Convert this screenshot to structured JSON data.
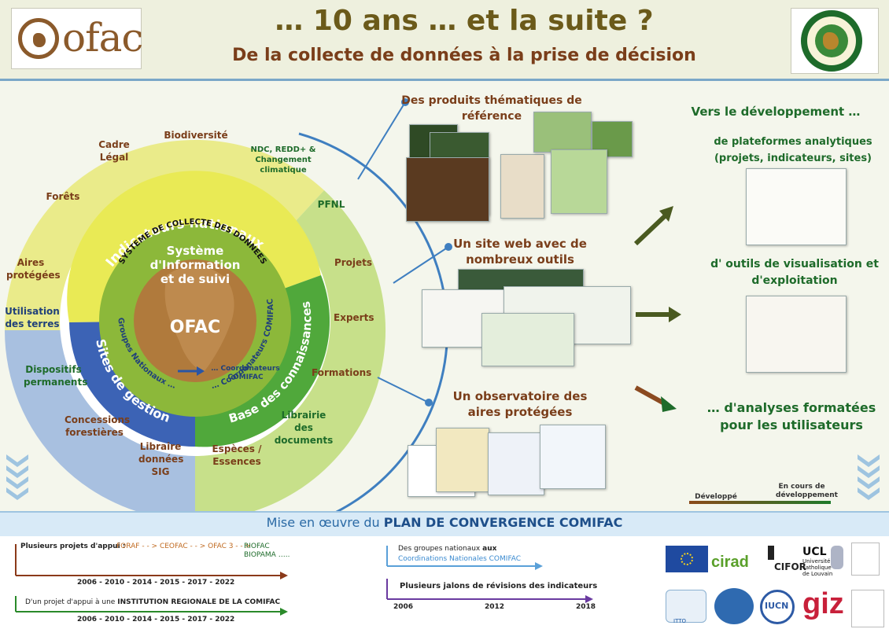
{
  "header": {
    "logo_text": "ofac",
    "title": "… 10 ans … et la suite ?",
    "subtitle": "De la collecte de données à la prise de décision"
  },
  "diagram": {
    "outer_ring": {
      "cadre_legal": "Cadre Légal",
      "biodiversite": "Biodiversité",
      "ndc": "NDC, REDD+ & Changement climatique",
      "forets": "Forêts",
      "pfnl": "PFNL",
      "aires_protegees": "Aires protégées",
      "utilisation_terres": "Utilisation des terres",
      "dispositifs": "Dispositifs permanents",
      "concessions": "Concessions forestières",
      "librairie_sig": "Libraire données SIG",
      "projets": "Projets",
      "experts": "Experts",
      "formations": "Formations",
      "librairie_docs": "Librairie des documents",
      "especes": "Espèces / Essences"
    },
    "middle_ring": {
      "indicateurs": "Indicateurs nationaux",
      "sites": "Sites de gestion",
      "base": "Base des connaissances"
    },
    "inner_ring": {
      "systeme_collecte": "SYSTEME DE COLLECTE DES DONNEES",
      "groupes": "Groupes Nationaux …",
      "coordonateurs": "… Coordonateurs COMIFAC",
      "coordonateurs_flow": "… Coordonateurs COMIFAC"
    },
    "core": {
      "system": "Système d'Information et de suivi",
      "name": "OFAC"
    }
  },
  "products": {
    "thematiques": "Des produits thématiques de référence",
    "site_web": "Un site web avec de nombreux outils",
    "observatoire": "Un observatoire des aires protégées"
  },
  "right": {
    "vers": "Vers le développement …",
    "plateformes": "de plateformes analytiques (projets, indicateurs, sites)",
    "outils": "d' outils de visualisation et d'exploitation",
    "analyses": "… d'analyses formatées pour les utilisateurs",
    "legend_developed": "Développé",
    "legend_dev": "En cours de développement"
  },
  "bottom": {
    "band_prefix": "Mise en œuvre du",
    "band_bold": "PLAN DE CONVERGENCE COMIFAC",
    "projets_label": "Plusieurs projets d'appui :",
    "projets_chain": "FORAF - - > CEOFAC - - > OFAC 3   - - >",
    "projets_end": "RIOFAC BIOPAMA …..",
    "years1": "2006    -    2010    -    2014    -    2015    -    2017    -    2022",
    "institution_prefix": "D'un projet d'appui à une",
    "institution_bold": "INSTITUTION REGIONALE DE LA COMIFAC",
    "years2": "2006    -    2010    -    2014    -    2015    -    2017    -    2022",
    "groupes_line1": "Des groupes nationaux",
    "groupes_aux": "aux",
    "groupes_line2": "Coordinations Nationales COMIFAC",
    "jalons": "Plusieurs jalons de révisions des indicateurs",
    "y2006": "2006",
    "y2012": "2012",
    "y2018": "2018"
  },
  "partners": {
    "cirad": "cirad",
    "cifor": "CIFOR",
    "ucl": "UCL",
    "ucl_sub": "Université catholique de Louvain",
    "itto": "ITTO",
    "iucn": "IUCN",
    "giz": "giz"
  },
  "colors": {
    "yellow_ring": "#eaeb8a",
    "blue_ring": "#a8c0e0",
    "green_ring": "#c7e08a",
    "indicateurs": "#e9ea55",
    "sites": "#3c63b5",
    "base": "#50a83b",
    "inner": "#8cb83a",
    "core": "#b07a3c",
    "brown_text": "#7a3e1a",
    "green_text": "#1e6b2a"
  }
}
